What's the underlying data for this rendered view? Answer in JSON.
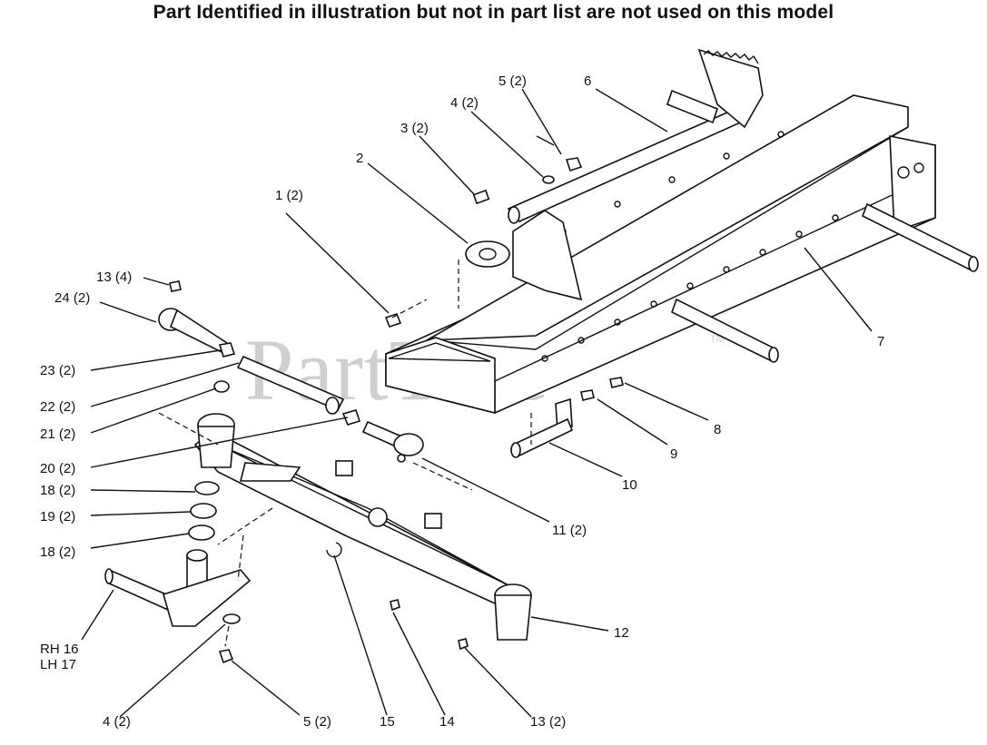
{
  "header": {
    "text": "Part Identified in illustration but not in part list are not used on this model"
  },
  "watermark": {
    "text": "PartTree",
    "tm": "TM"
  },
  "callouts": [
    {
      "id": "c1",
      "text": "1 (2)"
    },
    {
      "id": "c2",
      "text": "2"
    },
    {
      "id": "c3",
      "text": "3 (2)"
    },
    {
      "id": "c4a",
      "text": "4 (2)"
    },
    {
      "id": "c5a",
      "text": "5 (2)"
    },
    {
      "id": "c6",
      "text": "6"
    },
    {
      "id": "c7",
      "text": "7"
    },
    {
      "id": "c8",
      "text": "8"
    },
    {
      "id": "c9",
      "text": "9"
    },
    {
      "id": "c10",
      "text": "10"
    },
    {
      "id": "c11",
      "text": "11 (2)"
    },
    {
      "id": "c12",
      "text": "12"
    },
    {
      "id": "c13a",
      "text": "13 (4)"
    },
    {
      "id": "c24",
      "text": "24 (2)"
    },
    {
      "id": "c23",
      "text": "23 (2)"
    },
    {
      "id": "c22",
      "text": "22 (2)"
    },
    {
      "id": "c21",
      "text": "21 (2)"
    },
    {
      "id": "c20",
      "text": "20 (2)"
    },
    {
      "id": "c18a",
      "text": "18 (2)"
    },
    {
      "id": "c19",
      "text": "19 (2)"
    },
    {
      "id": "c18b",
      "text": "18 (2)"
    },
    {
      "id": "c16",
      "text": "RH 16"
    },
    {
      "id": "c17",
      "text": "LH 17"
    },
    {
      "id": "c4b",
      "text": "4 (2)"
    },
    {
      "id": "c5b",
      "text": "5 (2)"
    },
    {
      "id": "c15",
      "text": "15"
    },
    {
      "id": "c14",
      "text": "14"
    },
    {
      "id": "c13b",
      "text": "13 (2)"
    }
  ]
}
